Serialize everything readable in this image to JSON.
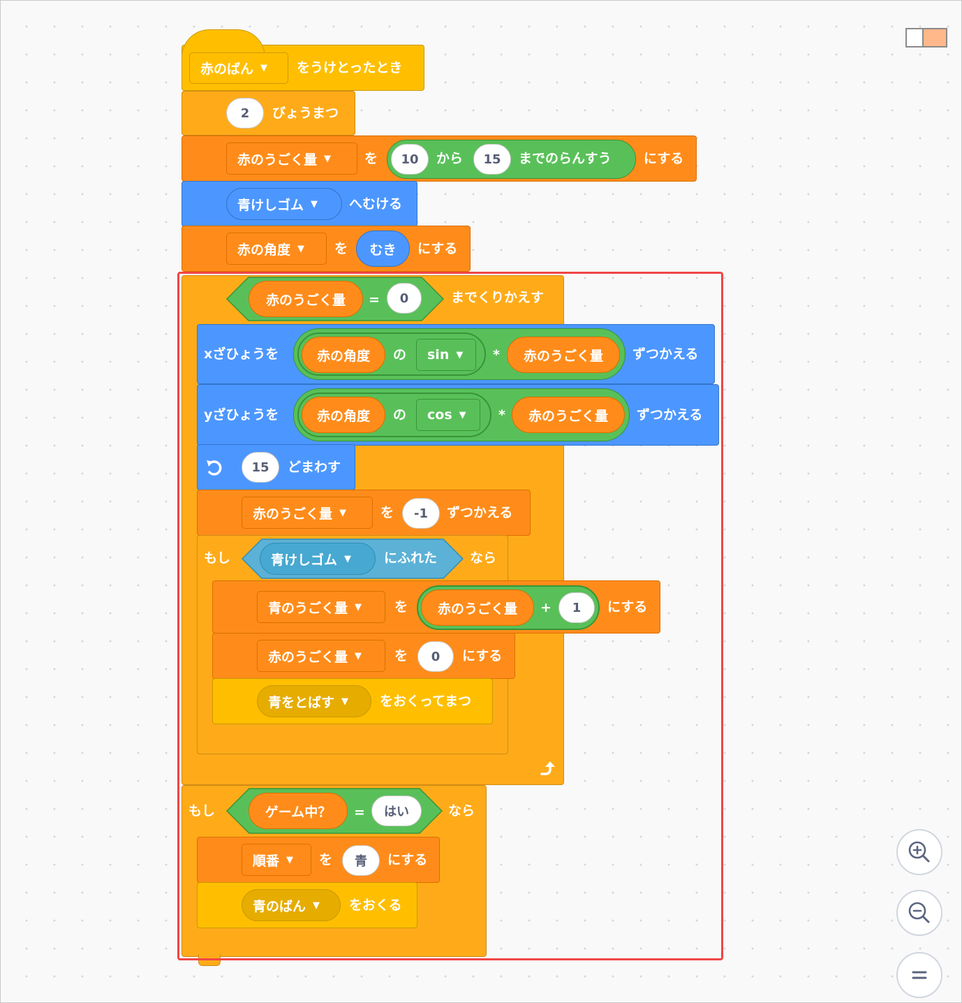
{
  "event_hat": {
    "menu": "赤のばん",
    "text": "をうけとったとき"
  },
  "wait": {
    "value": "2",
    "text": "びょうまつ"
  },
  "set_random": {
    "var": "赤のうごく量",
    "wo": "を",
    "from": "10",
    "kara": "から",
    "to": "15",
    "madeno": "までのらんすう",
    "suru": "にする"
  },
  "point_towards": {
    "menu": "青けしゴム",
    "text": "へむける"
  },
  "set_angle": {
    "var": "赤の角度",
    "wo": "を",
    "reporter": "むき",
    "suru": "にする"
  },
  "repeat_until": {
    "var": "赤のうごく量",
    "eq": "=",
    "value": "0",
    "text": "までくりかえす"
  },
  "change_x": {
    "label": "xざひょうを",
    "var": "赤の角度",
    "no": "の",
    "func": "sin",
    "times": "*",
    "var2": "赤のうごく量",
    "text": "ずつかえる"
  },
  "change_y": {
    "label": "yざひょうを",
    "var": "赤の角度",
    "no": "の",
    "func": "cos",
    "times": "*",
    "var2": "赤のうごく量",
    "text": "ずつかえる"
  },
  "turn": {
    "value": "15",
    "text": "どまわす"
  },
  "change_var": {
    "var": "赤のうごく量",
    "wo": "を",
    "value": "-1",
    "text": "ずつかえる"
  },
  "if_touch": {
    "moshi": "もし",
    "menu": "青けしゴム",
    "touch": "にふれた",
    "nara": "なら"
  },
  "set_blue": {
    "var": "青のうごく量",
    "wo": "を",
    "var2": "赤のうごく量",
    "plus": "+",
    "value": "1",
    "suru": "にする"
  },
  "set_red_zero": {
    "var": "赤のうごく量",
    "wo": "を",
    "value": "0",
    "suru": "にする"
  },
  "broadcast_wait": {
    "menu": "青をとばす",
    "text": "をおくってまつ"
  },
  "if_game": {
    "moshi": "もし",
    "var": "ゲーム中？",
    "eq": "=",
    "value": "はい",
    "nara": "なら"
  },
  "set_order": {
    "var": "順番",
    "wo": "を",
    "value": "青",
    "suru": "にする"
  },
  "broadcast": {
    "menu": "青のばん",
    "text": "をおくる"
  },
  "icons": {
    "turn": "rotate-left-icon",
    "loop": "loop-arrow-icon",
    "zoom_in": "zoom-in-icon",
    "zoom_out": "zoom-out-icon",
    "reset": "zoom-reset-icon"
  },
  "colors": {
    "events": "#ffbf00",
    "control": "#ffab19",
    "variables": "#ff8c1a",
    "motion": "#4c97ff",
    "operators": "#59c059",
    "sensing": "#5cb1d6",
    "highlight": "#f04646"
  }
}
